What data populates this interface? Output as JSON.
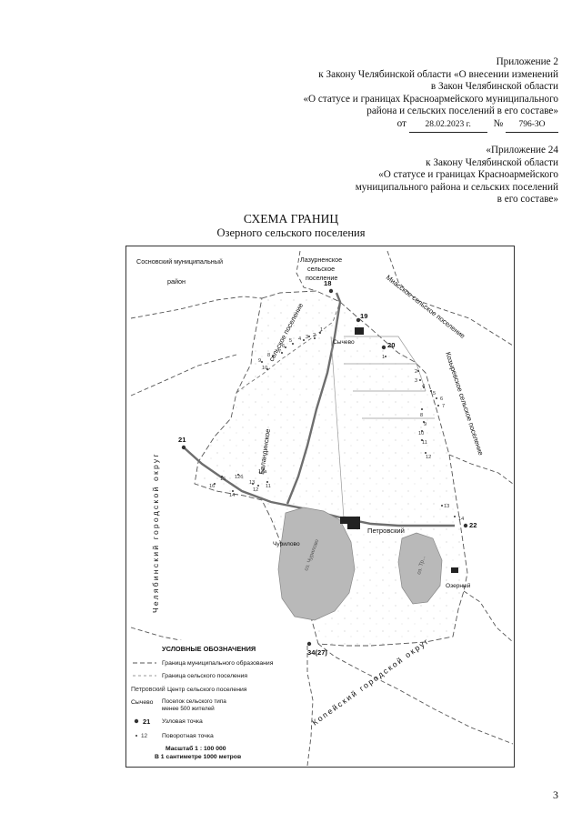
{
  "header1": {
    "l1": "Приложение 2",
    "l2": "к Закону Челябинской области «О внесении изменений",
    "l3": "в Закон Челябинской области",
    "l4": "«О статусе и границах Красноармейского муниципального",
    "l5": "района и сельских поселений в его составе»",
    "from": "от",
    "date": "28.02.2023 г.",
    "numsign": "№",
    "number": "796-ЗО"
  },
  "header2": {
    "l1": "«Приложение 24",
    "l2": "к Закону Челябинской области",
    "l3": "«О статусе и границах Красноармейского",
    "l4": "муниципального района и сельских поселений",
    "l5": "в его составе»"
  },
  "title": {
    "main": "СХЕМА ГРАНИЦ",
    "sub": "Озерного сельского поселения"
  },
  "map": {
    "neighbors": {
      "sosnovsky1": "Сосновский муниципальный",
      "sosnovsky2": "район",
      "lazur1": "Лазурненское",
      "lazur2": "сельское",
      "lazur3": "поселение",
      "miass": "Миасское сельское поселение",
      "kozyrev": "Козыревское сельское поселение",
      "kopeysk": "Копейский городской округ",
      "chelyab": "Челябинский городской округ",
      "baland": "Баландинское",
      "sel_pos": "сельское поселение"
    },
    "settlements": {
      "petrovsky": "Петровский",
      "sychevo": "Сычево",
      "churilovo": "Чурилово",
      "ozerny": "Озерный"
    },
    "nodes": {
      "n18": "18",
      "n19": "19",
      "n20": "20",
      "n21": "21",
      "n22": "22",
      "n34": "34(27)"
    },
    "points": {
      "p1": "1",
      "p2": "2",
      "p3": "3",
      "p4": "4",
      "p5": "5",
      "p6": "6",
      "p7": "7",
      "p8": "8",
      "p9": "9",
      "p10": "10",
      "p11": "11",
      "p12": "12",
      "p13": "13",
      "p14": "14",
      "q1": "1",
      "q2": "2",
      "q3": "3",
      "q4": "4",
      "q5": "5",
      "q6": "6",
      "q7": "7",
      "q8": "8",
      "q9": "9",
      "q10": "10",
      "q11": "11",
      "q12": "12",
      "q12a": "12а",
      "q12b": "12б",
      "q13": "13",
      "q14": "14",
      "q15": "15",
      "q16": "16"
    },
    "lakes": {
      "lake1": "оз. Чурилово",
      "lake2": "оз. Тр..."
    }
  },
  "legend": {
    "title": "УСЛОВНЫЕ ОБОЗНАЧЕНИЯ",
    "item1": "Граница муниципального образования",
    "item2": "Граница сельского поселения",
    "sample_center": "Петровский",
    "item3": "Центр сельского поселения",
    "sample_village": "Сычево",
    "item4a": "Поселок сельского типа",
    "item4b": "менее 500 жителей",
    "sample_node": "21",
    "item5": "Узловая точка",
    "sample_turn": "12",
    "item6": "Поворотная точка",
    "scale1": "Масштаб 1 : 100 000",
    "scale2": "В 1 сантиметре 1000 метров"
  },
  "page_number": "3",
  "colors": {
    "line": "#555555",
    "road": "#6e6e6e",
    "lake": "#b9b9b9",
    "node": "#333333"
  }
}
